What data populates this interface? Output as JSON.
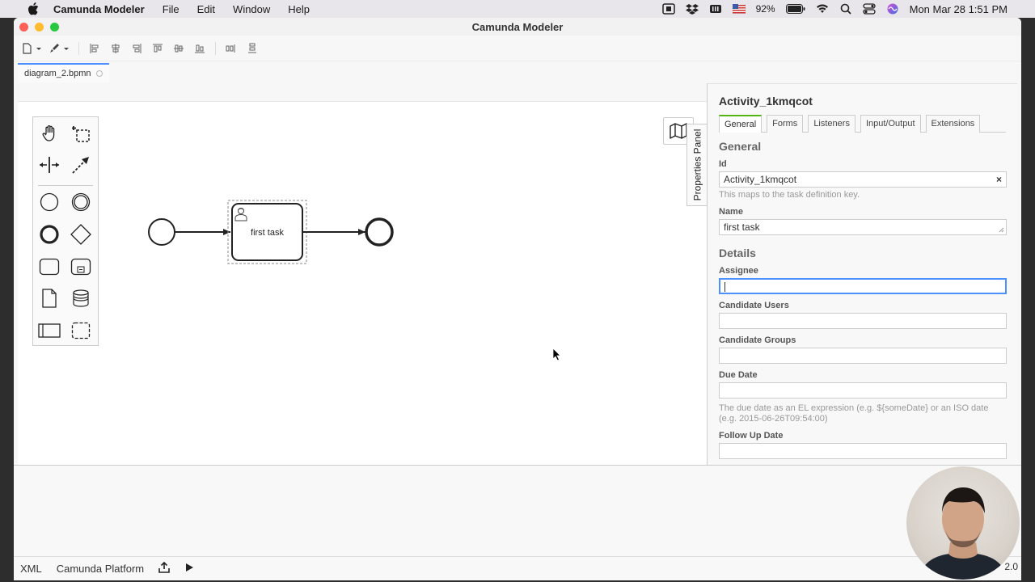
{
  "menubar": {
    "app_name": "Camunda Modeler",
    "menus": [
      "File",
      "Edit",
      "Window",
      "Help"
    ],
    "battery": "92%",
    "datetime": "Mon Mar 28  1:51 PM"
  },
  "window": {
    "title": "Camunda Modeler"
  },
  "tabs": [
    {
      "label": "diagram_2.bpmn"
    }
  ],
  "diagram": {
    "task_label": "first task"
  },
  "properties_toggle": {
    "label": "Properties Panel"
  },
  "properties": {
    "element_id_title": "Activity_1kmqcot",
    "tabs": [
      "General",
      "Forms",
      "Listeners",
      "Input/Output",
      "Extensions"
    ],
    "active_tab": "General",
    "section_general": "General",
    "id_label": "Id",
    "id_value": "Activity_1kmqcot",
    "id_clear": "×",
    "id_hint": "This maps to the task definition key.",
    "name_label": "Name",
    "name_value": "first task",
    "section_details": "Details",
    "assignee_label": "Assignee",
    "assignee_value": "",
    "candidate_users_label": "Candidate Users",
    "candidate_groups_label": "Candidate Groups",
    "due_date_label": "Due Date",
    "due_date_hint": "The due date as an EL expression (e.g. ${someDate} or an ISO date (e.g. 2015-06-26T09:54:00)",
    "follow_up_label": "Follow Up Date"
  },
  "statusbar": {
    "xml": "XML",
    "platform": "Camunda Platform",
    "version": "2.0"
  },
  "colors": {
    "accent_blue": "#4d90ff",
    "tab_green": "#52b415",
    "close": "#fe5f57",
    "minimize": "#febc2e",
    "zoom": "#28c840"
  }
}
